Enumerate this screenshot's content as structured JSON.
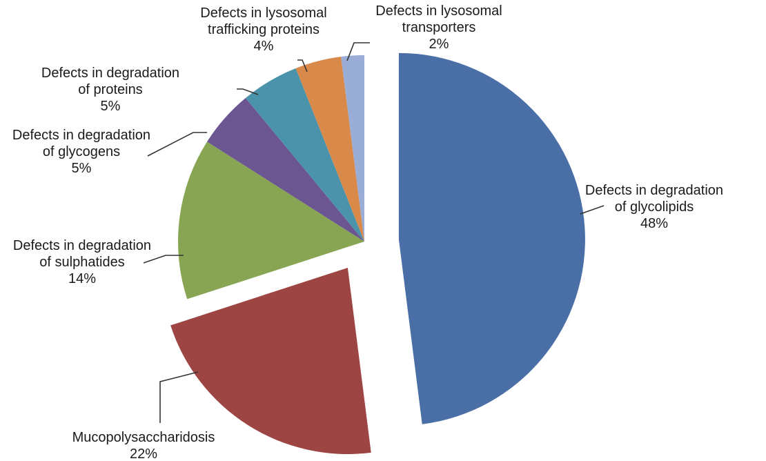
{
  "chart_data": {
    "type": "pie",
    "title": "",
    "slices": [
      {
        "label": [
          "Defects in degradation",
          "of glycolipids"
        ],
        "percent_label": "48%",
        "value": 48,
        "color": "#4a6ea6"
      },
      {
        "label": [
          "Mucopolysaccharidosis"
        ],
        "percent_label": "22%",
        "value": 22,
        "color": "#9c4543"
      },
      {
        "label": [
          "Defects in degradation",
          "of sulphatides"
        ],
        "percent_label": "14%",
        "value": 14,
        "color": "#87a553"
      },
      {
        "label": [
          "Defects in degradation",
          "of glycogens"
        ],
        "percent_label": "5%",
        "value": 5,
        "color": "#6b5691"
      },
      {
        "label": [
          "Defects in degradation",
          "of proteins"
        ],
        "percent_label": "5%",
        "value": 5,
        "color": "#4b93ab"
      },
      {
        "label": [
          "Defects in lysosomal",
          "trafficking proteins"
        ],
        "percent_label": "4%",
        "value": 4,
        "color": "#d9894a"
      },
      {
        "label": [
          "Defects in lysosomal",
          "transporters"
        ],
        "percent_label": "2%",
        "value": 2,
        "color": "#9aadd6"
      }
    ],
    "exploded": [
      "Defects in degradation of glycolipids",
      "Mucopolysaccharidosis"
    ],
    "legend": "none"
  }
}
